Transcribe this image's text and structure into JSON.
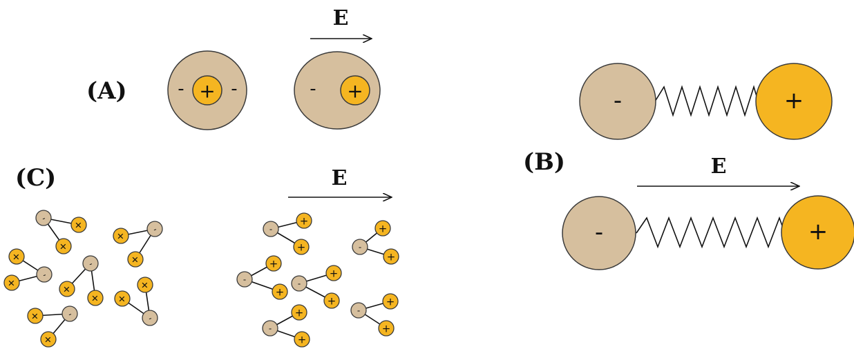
{
  "panels": {
    "a": {
      "label": "(A)"
    },
    "b": {
      "label": "(B)"
    },
    "c": {
      "label": "(C)"
    }
  },
  "field": {
    "symbol": "E"
  },
  "charges": {
    "negative": "-",
    "positive": "+"
  },
  "colors": {
    "negative_fill": "#d6bf9e",
    "positive_fill": "#f5b521",
    "outline": "#3a3a3a",
    "line": "#111111"
  }
}
